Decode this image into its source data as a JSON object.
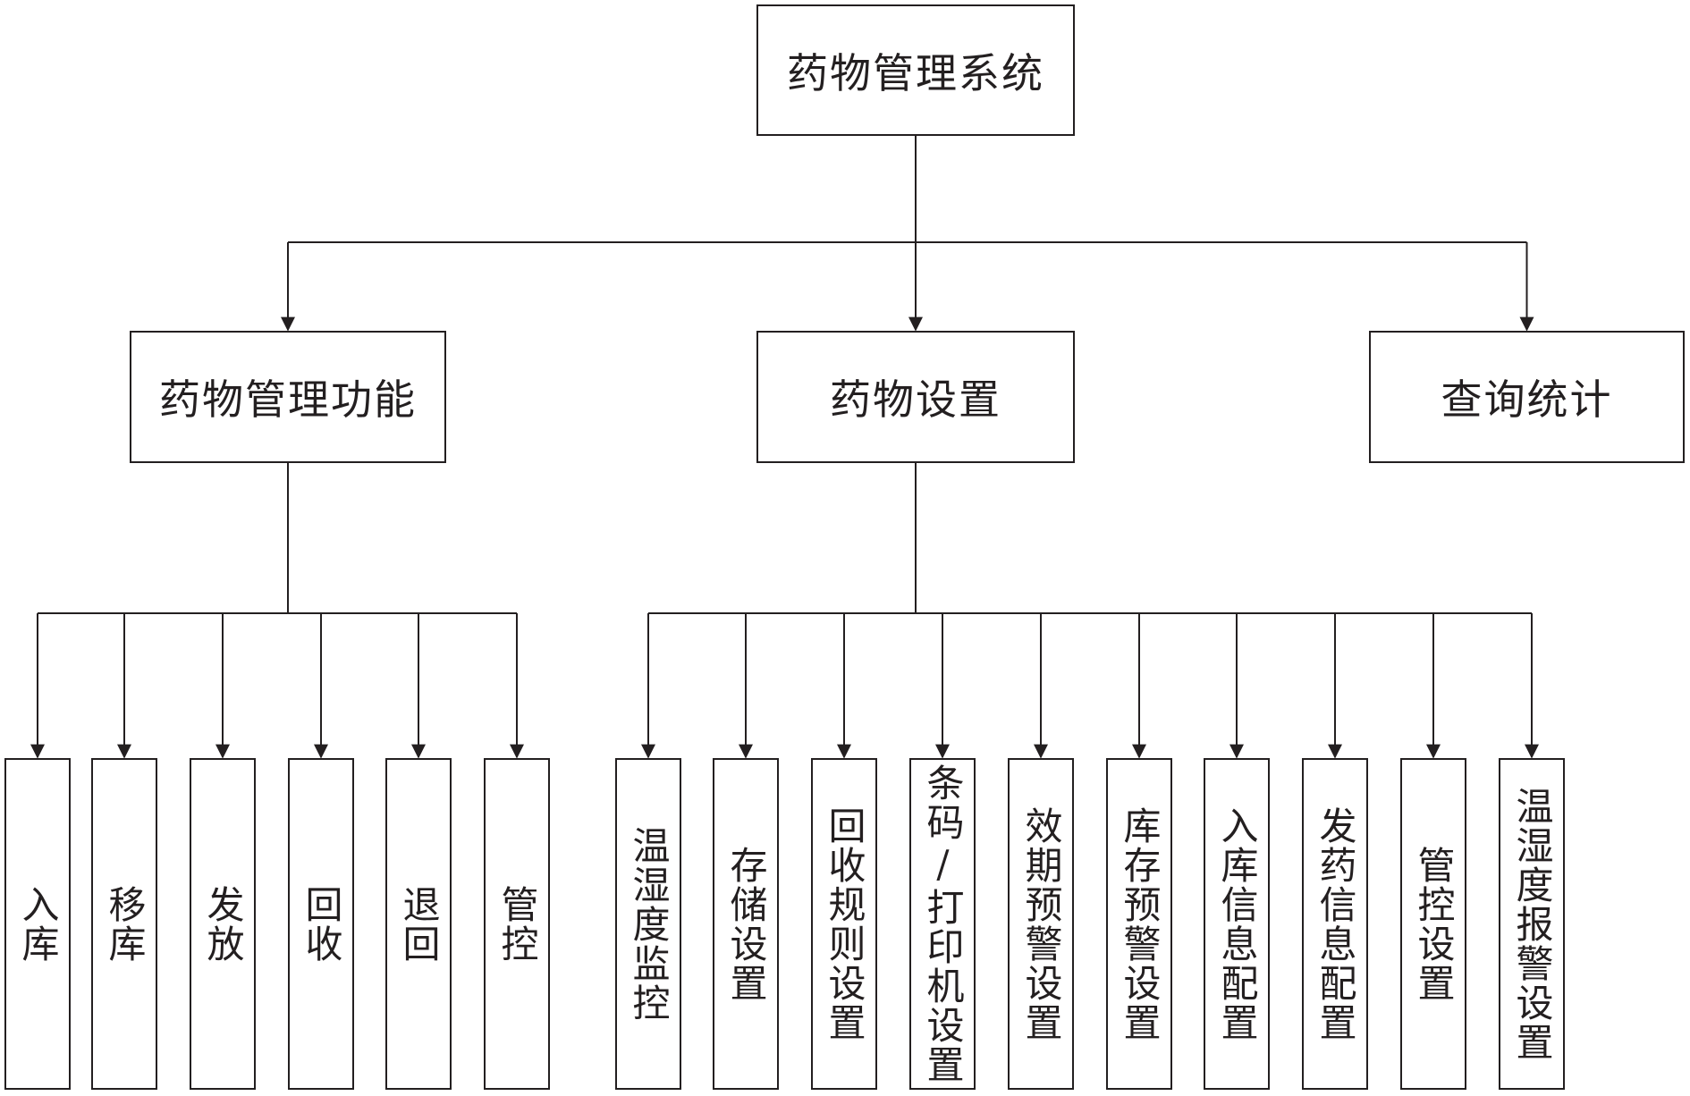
{
  "diagram": {
    "root": {
      "label": "药物管理系统"
    },
    "categories": [
      {
        "label": "药物管理功能",
        "children": [
          "入库",
          "移库",
          "发放",
          "回收",
          "退回",
          "管控"
        ]
      },
      {
        "label": "药物设置",
        "children": [
          "温湿度监控",
          "存储设置",
          "回收规则设置",
          "条码/打印机设置",
          "效期预警设置",
          "库存预警设置",
          "入库信息配置",
          "发药信息配置",
          "管控设置",
          "温湿度报警设置"
        ]
      },
      {
        "label": "查询统计",
        "children": []
      }
    ],
    "colors": {
      "line": "#231f20",
      "box_fill": "#ffffff",
      "text": "#231f20"
    }
  }
}
